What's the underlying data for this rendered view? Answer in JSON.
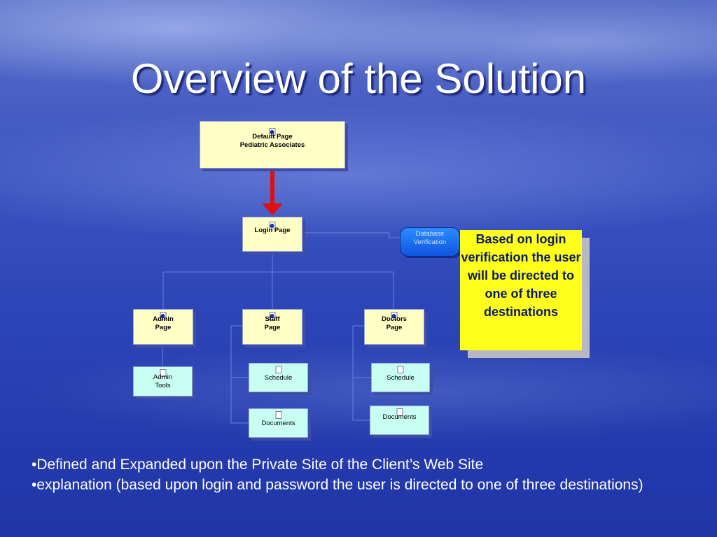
{
  "slide": {
    "title": "Overview of the Solution"
  },
  "diagram": {
    "default_page": {
      "line1": "Default Page",
      "line2": "Pediatric Associates"
    },
    "login_page": "Login Page",
    "database": {
      "line1": "Database",
      "line2": "Verification"
    },
    "admin_page": {
      "line1": "Admin",
      "line2": "Page"
    },
    "staff_page": {
      "line1": "Staff",
      "line2": "Page"
    },
    "doctors_page": {
      "line1": "Doctors",
      "line2": "Page"
    },
    "admin_tools": {
      "line1": "Admin",
      "line2": "Tools"
    },
    "staff_schedule": "Schedule",
    "staff_documents": "Documents",
    "doctors_schedule": "Schedule",
    "doctors_documents": "Documents",
    "note": "Based on login verification the user will be directed to one of three destinations",
    "colors": {
      "arrow": "#e01010",
      "note_bg": "#ffff1a",
      "box_bg": "#ffffc6",
      "sub_box_bg": "#c8fff2"
    }
  },
  "bullets": [
    "•Defined and Expanded upon the Private Site of the Client’s Web Site",
    "•explanation (based upon login and password the user is directed to one of three destinations)"
  ]
}
